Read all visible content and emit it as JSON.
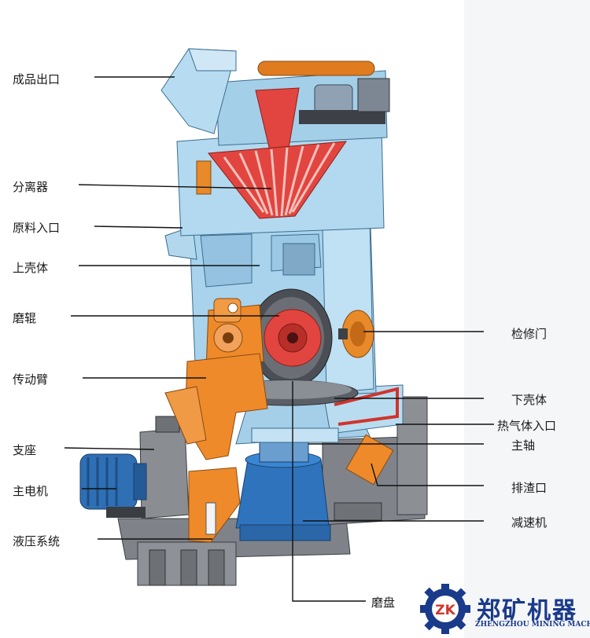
{
  "labels": {
    "product_outlet": "成品出口",
    "separator": "分离器",
    "raw_inlet": "原料入口",
    "upper_shell": "上壳体",
    "grinding_roller": "磨辊",
    "drive_arm": "传动臂",
    "support": "支座",
    "main_motor": "主电机",
    "hydraulic_system": "液压系统",
    "inspection_door": "检修门",
    "lower_shell": "下壳体",
    "hot_gas_inlet": "热气体入口",
    "main_shaft": "主轴",
    "slag_outlet": "排渣口",
    "reducer": "减速机",
    "grinding_disc": "磨盘"
  },
  "logo": {
    "mark": "ZK",
    "name_cn": "郑矿机器",
    "name_en": "ZHENGZHOU MINING MACHINERY"
  },
  "colors": {
    "shell_blue": "#a9d3ec",
    "separator_red": "#e2453f",
    "arm_orange": "#ee8a2a",
    "reducer_blue": "#2f73bd",
    "motor_blue": "#2f6fb4",
    "base_gray": "#8a8d92",
    "logo_blue": "#1a3a8a"
  }
}
